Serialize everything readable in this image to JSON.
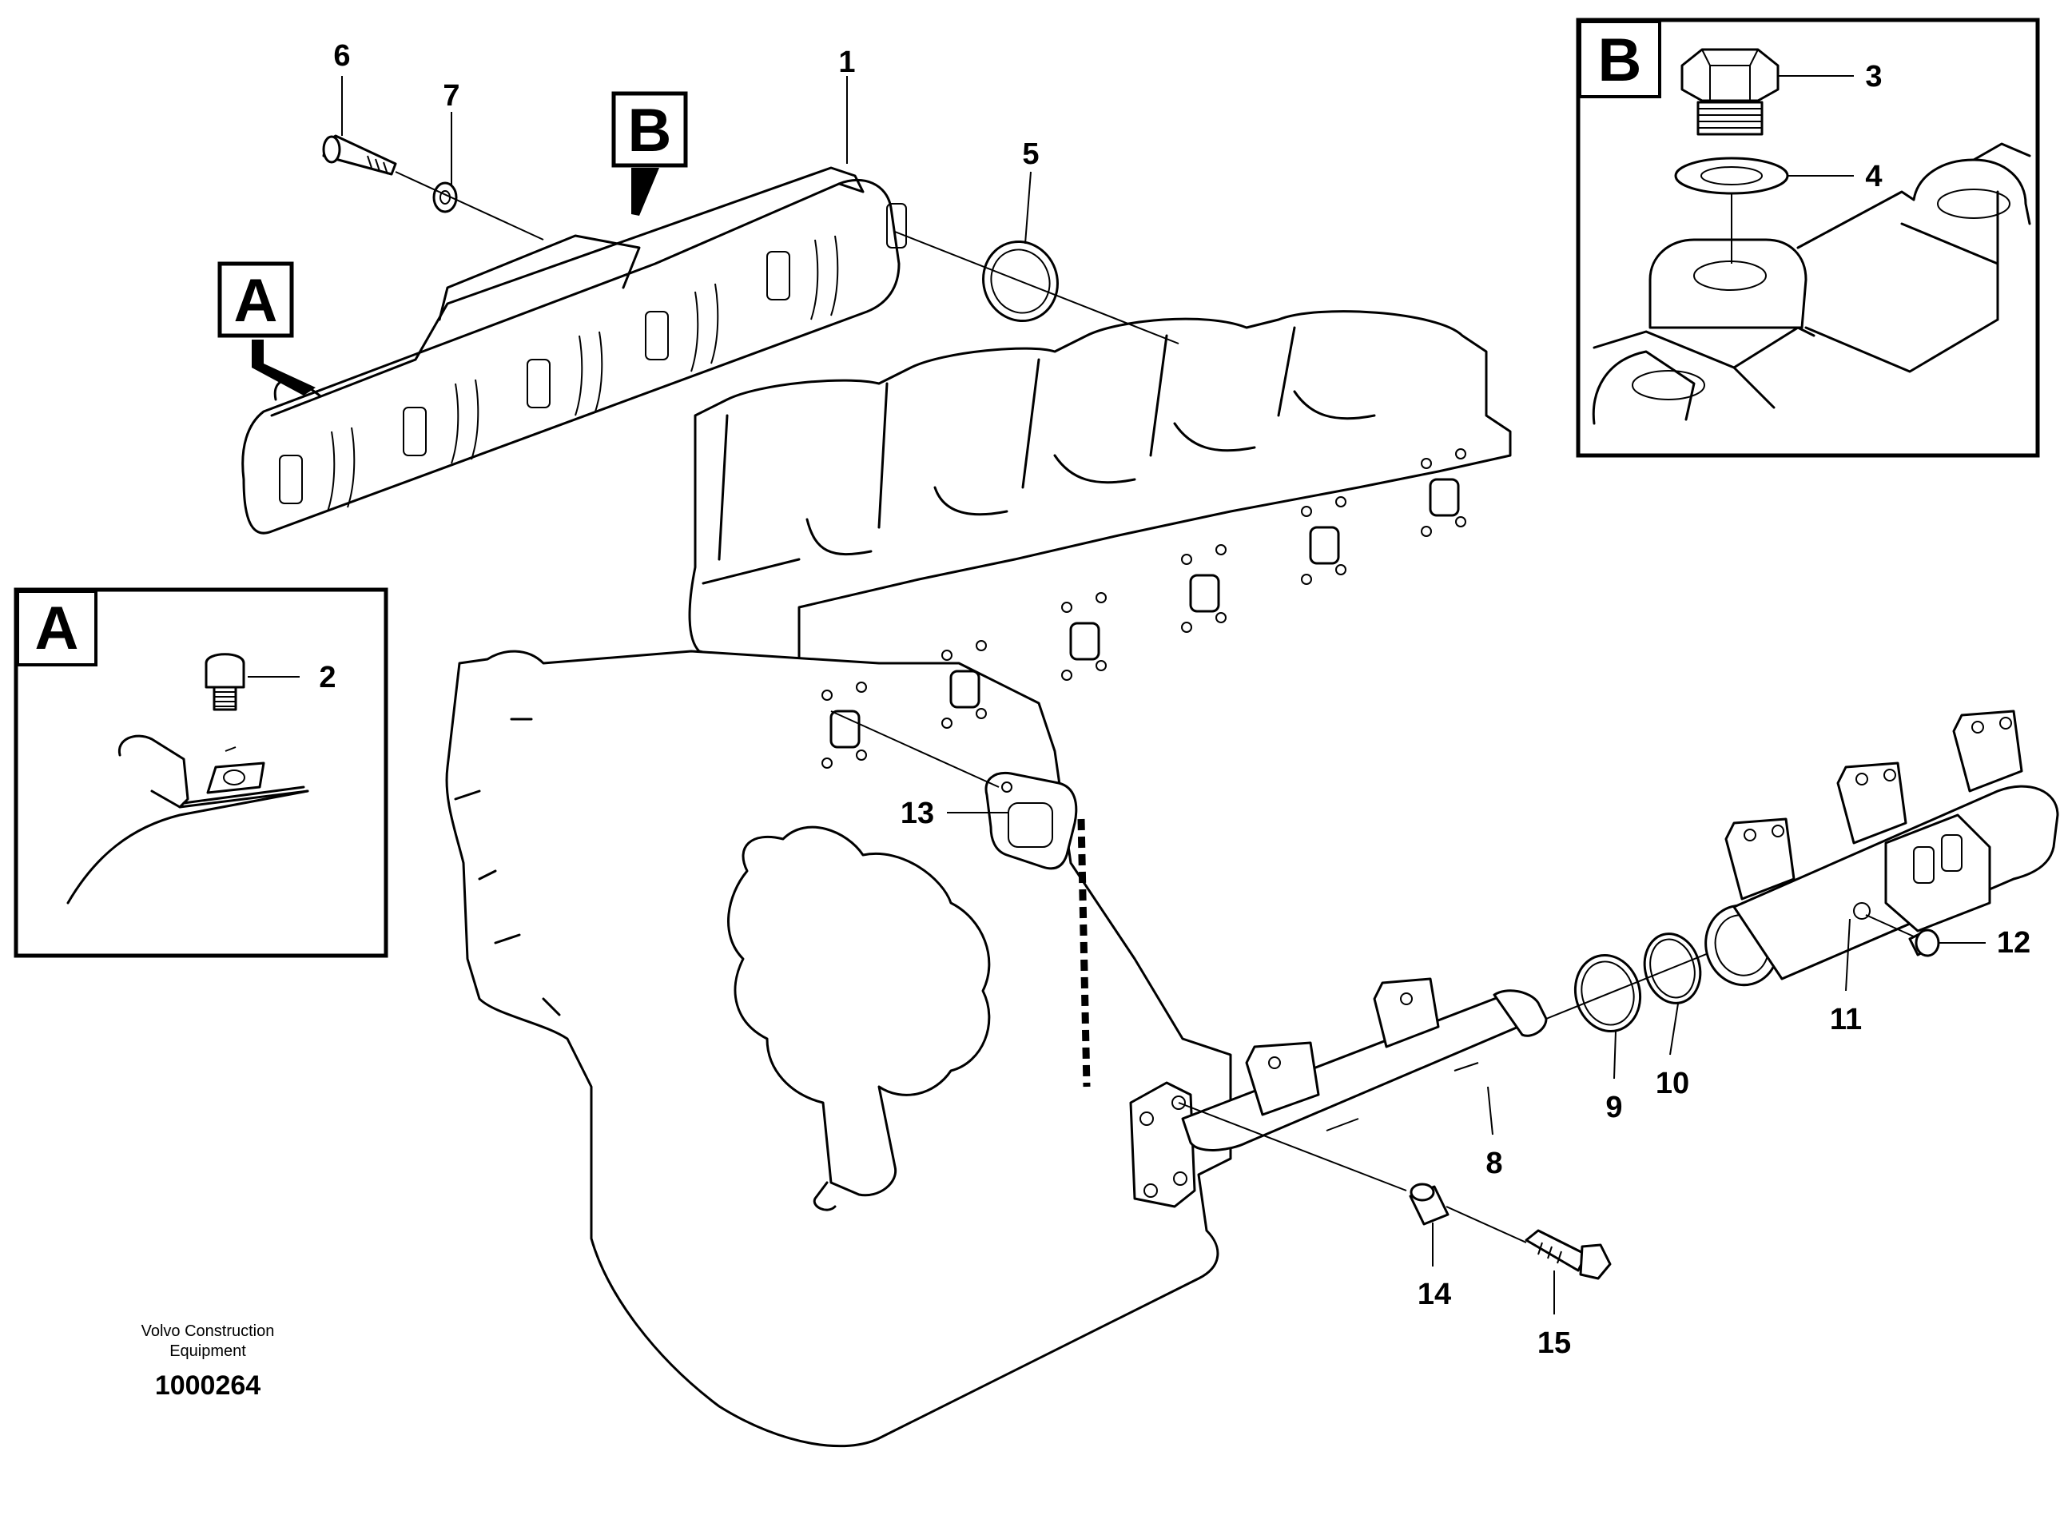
{
  "callouts": {
    "p1": "1",
    "p2": "2",
    "p3": "3",
    "p4": "4",
    "p5": "5",
    "p6": "6",
    "p7": "7",
    "p8": "8",
    "p9": "9",
    "p10": "10",
    "p11": "11",
    "p12": "12",
    "p13": "13",
    "p14": "14",
    "p15": "15"
  },
  "detail_labels": {
    "a": "A",
    "b": "B"
  },
  "footer": {
    "company_line1": "Volvo Construction",
    "company_line2": "Equipment",
    "drawing_number": "1000264"
  }
}
